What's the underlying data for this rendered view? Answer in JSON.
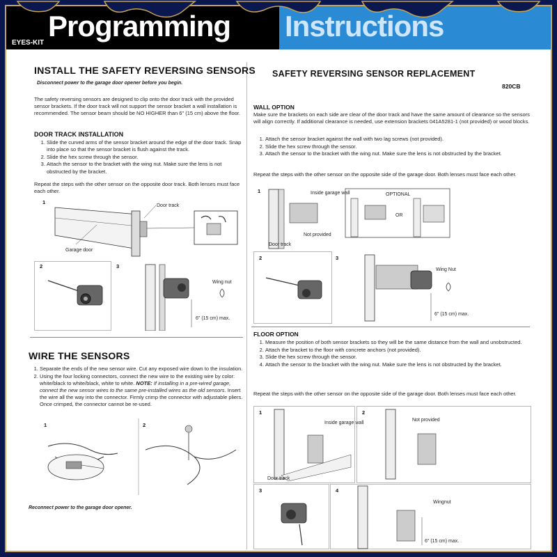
{
  "header": {
    "title_left": "Programming",
    "title_right": "Instructions",
    "brand": "EYES-KIT"
  },
  "left": {
    "install_title": "INSTALL THE SAFETY REVERSING SENSORS",
    "warning": "Disconnect power to the garage door opener before you begin.",
    "intro": "The safety reversing sensors are designed to clip onto the door track with the provided sensor brackets. If the door track will not support the sensor bracket a wall installation is recommended. The sensor beam should be NO HIGHER than 6\" (15 cm) above the floor.",
    "door_track_title": "DOOR TRACK INSTALLATION",
    "door_track_steps": [
      "Slide the curved arms of the sensor bracket around the edge of the door track. Snap into place so that the sensor bracket is flush against the track.",
      "Slide the hex screw through the sensor.",
      "Attach the sensor to the bracket with the wing nut. Make sure the lens is not obstructed by the bracket."
    ],
    "door_track_repeat": "Repeat the steps with the other sensor on the opposite door track. Both lenses must face each other.",
    "fig_labels": {
      "n1": "1",
      "n2": "2",
      "n3": "3",
      "door_track": "Door track",
      "garage_door": "Garage door",
      "wing_nut": "Wing nut",
      "max": "6\" (15 cm) max."
    },
    "wire_title": "WIRE THE SENSORS",
    "wire_step1": "Separate the ends of the new sensor wire. Cut any exposed wire down to the insulation.",
    "wire_step2_a": "Using the four locking connectors, connect the new wire to the existing wire by color: white/black to white/black, white to white. ",
    "wire_step2_note": "NOTE:",
    "wire_step2_b": " If installing in a pre-wired garage, connect the new sensor wires to the same pre-installed wires as the old sensors.",
    "wire_step2_c": " Insert the wire all the way into the connector. Firmly crimp the connector with adjustable pliers. Once crimped, the connector cannot be re-used.",
    "wire_fig_n1": "1",
    "wire_fig_n2": "2",
    "reconnect": "Reconnect power to the garage door opener."
  },
  "right": {
    "title": "SAFETY REVERSING SENSOR REPLACEMENT",
    "model": "820CB",
    "wall_title": "WALL OPTION",
    "wall_intro": "Make sure the brackets on each side are clear of the door track and have the same amount of clearance so the sensors will align correctly. If additional clearance is needed, use extension brackets 041A5281-1 (not provided) or wood blocks.",
    "wall_steps": [
      "Attach the sensor bracket against the wall with two lag screws (not provided).",
      "Slide the hex screw through the sensor.",
      "Attach the sensor to the bracket with the wing nut. Make sure the lens is not obstructed by the bracket."
    ],
    "wall_repeat": "Repeat the steps with the other sensor on the opposite side of the garage door. Both lenses must face each other.",
    "wall_fig": {
      "n1": "1",
      "n2": "2",
      "n3": "3",
      "inside_wall": "Inside garage wall",
      "not_provided": "Not provided",
      "door_track": "Door track",
      "optional": "OPTIONAL",
      "or": "OR",
      "wing_nut": "Wing Nut",
      "max": "6\" (15 cm) max."
    },
    "floor_title": "FLOOR OPTION",
    "floor_steps": [
      "Measure the position of both sensor brackets so they will be the same distance from the wall and unobstructed.",
      "Attach the bracket to the floor with concrete anchors (not provided).",
      "Slide the hex screw through the sensor.",
      "Attach the sensor to the bracket with the wing nut. Make sure the lens is not obstructed by the bracket."
    ],
    "floor_repeat": "Repeat the steps with the other sensor on the opposite side of the garage door. Both lenses must face each other.",
    "floor_fig": {
      "n1": "1",
      "n2": "2",
      "n3": "3",
      "n4": "4",
      "inside_wall": "Inside garage wall",
      "not_provided": "Not provided",
      "door_track": "Door track",
      "wingnut": "Wingnut",
      "max": "6\" (15 cm) max."
    }
  }
}
